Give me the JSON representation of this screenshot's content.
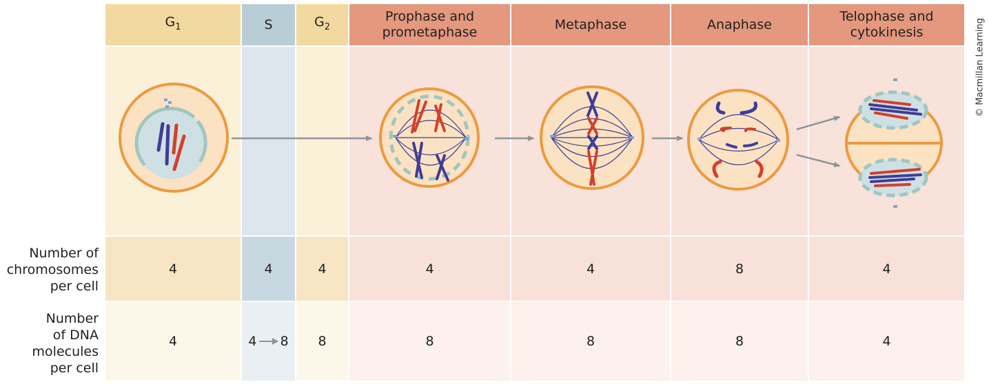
{
  "phases": [
    {
      "id": "g1",
      "label": "G",
      "sub": "1",
      "chromosomes": "4",
      "dna": "4"
    },
    {
      "id": "s",
      "label": "S",
      "chromosomes": "4",
      "dna_from": "4",
      "dna_to": "8"
    },
    {
      "id": "g2",
      "label": "G",
      "sub": "2",
      "chromosomes": "4",
      "dna": "8"
    },
    {
      "id": "prophase",
      "label_line1": "Prophase and",
      "label_line2": "prometaphase",
      "chromosomes": "4",
      "dna": "8"
    },
    {
      "id": "metaphase",
      "label": "Metaphase",
      "chromosomes": "4",
      "dna": "8"
    },
    {
      "id": "anaphase",
      "label": "Anaphase",
      "chromosomes": "8",
      "dna": "8"
    },
    {
      "id": "telophase",
      "label_line1": "Telophase and",
      "label_line2": "cytokinesis",
      "chromosomes": "4",
      "dna": "4"
    }
  ],
  "row_labels": {
    "chromosomes": [
      "Number of",
      "chromosomes",
      "per cell"
    ],
    "dna": [
      "Number",
      "of DNA",
      "molecules",
      "per cell"
    ]
  },
  "copyright": "© Macmillan Learning",
  "colors": {
    "interphase_header": "#f2d9a0",
    "interphase_body": "#fbf0d8",
    "interphase_row": "#f7e5c3",
    "interphase_row2": "#fdf7e9",
    "s_header": "#b9cdd6",
    "s_body": "#dde6ed",
    "mitosis_header": "#e4987e",
    "mitosis_body": "#f8e2d9",
    "mitosis_row": "#f7e1d8",
    "mitosis_row2": "#fcf1ec",
    "cell_outline": "#ec9a3f",
    "nucleus": "#cfe0e4",
    "nuclear_envelope": "#9fc6bf",
    "maternal_chromosome": "#3f3d96",
    "paternal_chromosome": "#d3402a",
    "arrow": "#8f959a"
  }
}
